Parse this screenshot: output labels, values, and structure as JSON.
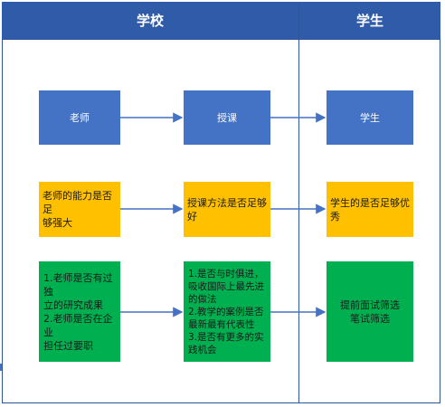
{
  "headers": {
    "school": "学校",
    "student": "学生"
  },
  "row1": {
    "teacher": "老师",
    "teaching": "授课",
    "student": "学生"
  },
  "row2": {
    "teacher": "老师的能力是否足\n够强大",
    "teaching": "授课方法是否足够\n好",
    "student": "学生的是否足够优\n秀"
  },
  "row3": {
    "teacher": "1.老师是否有过独\n立的研究成果\n2.老师是否在企业\n担任过要职",
    "teaching": "1.是否与时俱进，\n吸收国际上最先进\n的做法\n2.教学的案例是否\n最新最有代表性\n3.是否有更多的实\n践机会",
    "student": "提前面试筛选\n笔试筛选"
  },
  "colors": {
    "header": "#2f5ba8",
    "blue_box": "#4472c4",
    "orange_box": "#ffc000",
    "green_box": "#00b050"
  }
}
